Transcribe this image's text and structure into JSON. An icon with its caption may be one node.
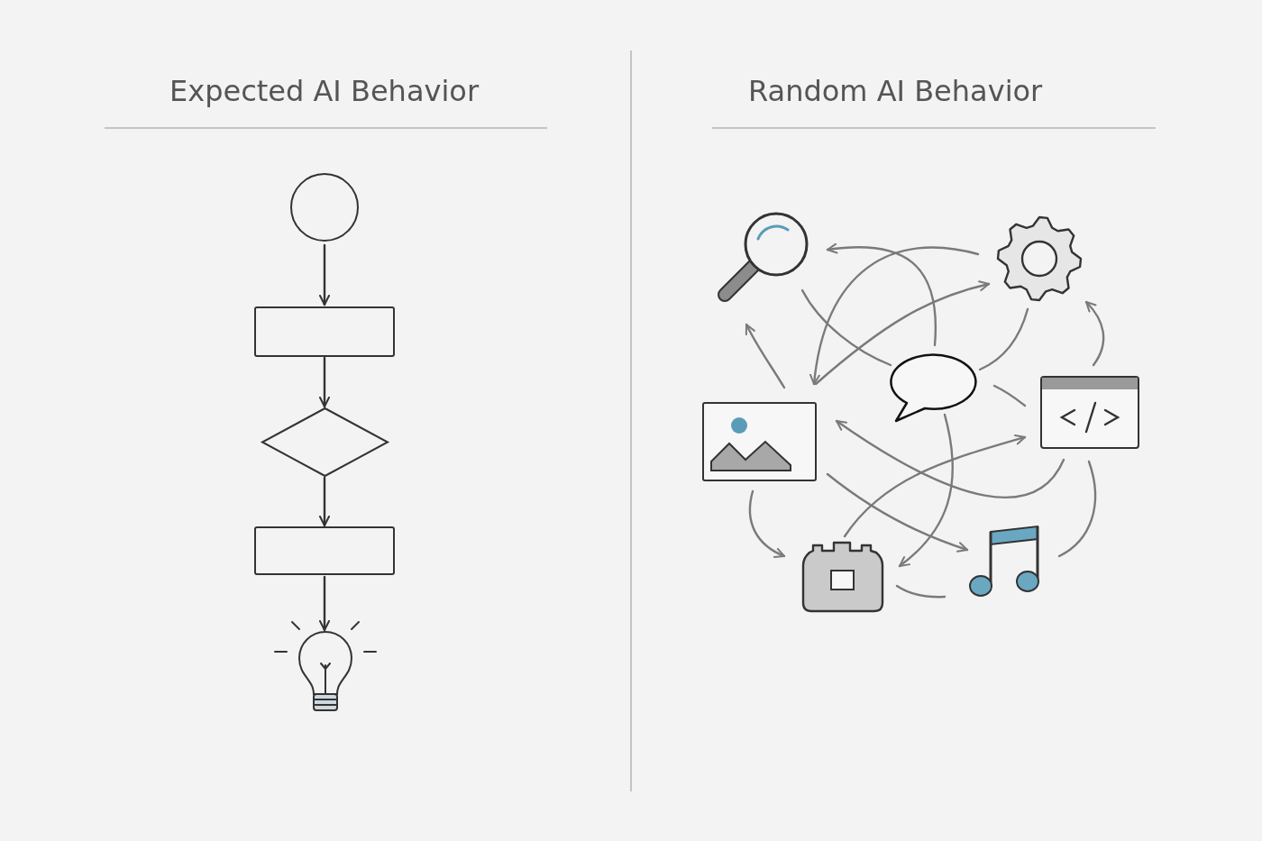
{
  "diagram": {
    "nodes": [
      {
        "text": [],
        "shape": "circle"
      },
      {
        "text": [],
        "shape": "box"
      },
      {
        "text": [],
        "shape": "diamond"
      },
      {
        "text": [],
        "shape": "box"
      },
      {
        "text": [],
        "shape": "lightbulb"
      },
      {
        "text": [],
        "shape": "magnifier"
      },
      {
        "text": [],
        "shape": "gear"
      },
      {
        "text": [],
        "shape": "bubble"
      },
      {
        "text": [],
        "shape": "image"
      },
      {
        "text": [],
        "shape": "window"
      },
      {
        "text": [],
        "shape": "camera"
      },
      {
        "text": [],
        "shape": "note"
      }
    ],
    "edges": [
      {
        "from": 0,
        "to": 1,
        "arrow": "to",
        "color": "#333333"
      },
      {
        "from": 1,
        "to": 2,
        "arrow": "to",
        "color": "#333333"
      },
      {
        "from": 2,
        "to": 3,
        "arrow": "to",
        "color": "#333333"
      },
      {
        "from": 3,
        "to": 4,
        "arrow": "to",
        "color": "#333333"
      },
      {
        "from": 7,
        "to": 5,
        "arrow": "to"
      },
      {
        "from": 6,
        "to": 8,
        "arrow": "to"
      },
      {
        "from": 8,
        "to": 6,
        "arrow": "to"
      },
      {
        "from": 5,
        "to": 7,
        "arrow": "none"
      },
      {
        "from": 8,
        "to": 5,
        "arrow": "to"
      },
      {
        "from": 6,
        "to": 7,
        "arrow": "none"
      },
      {
        "from": 9,
        "to": 6,
        "arrow": "to"
      },
      {
        "from": 7,
        "to": 9,
        "arrow": "none"
      },
      {
        "from": 9,
        "to": 8,
        "arrow": "to"
      },
      {
        "from": 10,
        "to": 9,
        "arrow": "to"
      },
      {
        "from": 7,
        "to": 10,
        "arrow": "to"
      },
      {
        "from": 8,
        "to": 11,
        "arrow": "to"
      },
      {
        "from": 8,
        "to": 10,
        "arrow": "to"
      },
      {
        "from": 9,
        "to": 11,
        "arrow": "none"
      },
      {
        "from": 10,
        "to": 11,
        "arrow": "none"
      }
    ],
    "labels": [
      "Expected AI Behavior",
      "Random AI Behavior"
    ]
  }
}
